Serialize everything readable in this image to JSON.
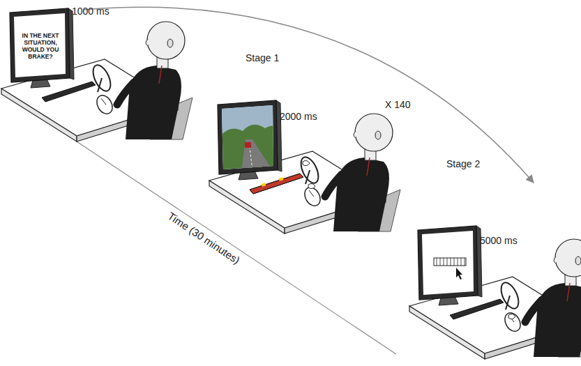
{
  "diagram": {
    "nodes": [
      {
        "text": [
          "IN THE NEXT SITUATION, WOULD YOU BRAKE?"
        ]
      }
    ],
    "labels": [
      "1000 ms",
      "Stage 1",
      "X 140",
      "2000 ms",
      "Stage 2",
      "5000 ms",
      "Time (30 minutes)"
    ]
  }
}
